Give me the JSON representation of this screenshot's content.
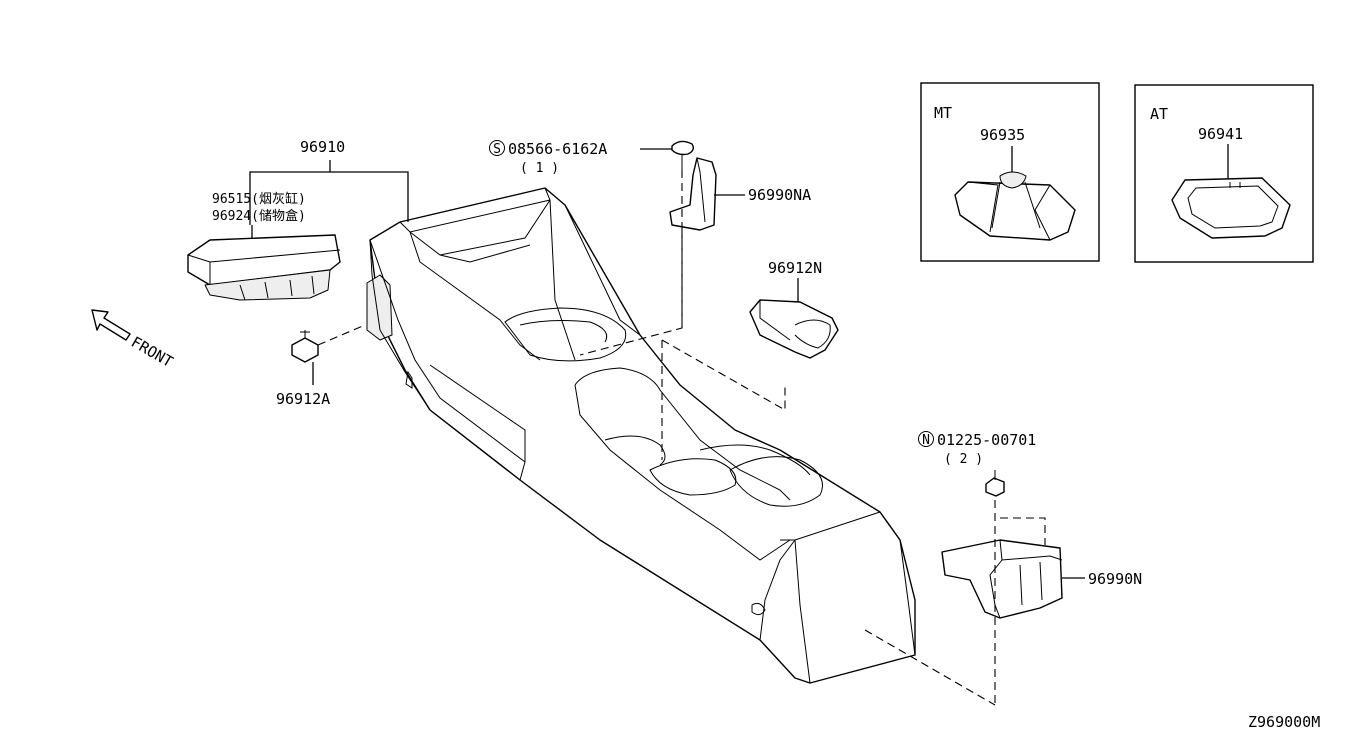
{
  "diagram": {
    "labels": {
      "console": "96910",
      "ashtray": "96515(烟灰缸)",
      "storage_box": "96924(储物盒)",
      "clip": "96912A",
      "screw_code": "08566-6162A",
      "screw_symbol": "S",
      "screw_qty": "( 1 )",
      "bracket_front": "96990NA",
      "cup_holder": "96912N",
      "nut_code": "01225-00701",
      "nut_symbol": "N",
      "nut_qty": "( 2 )",
      "bracket_rear": "96990N",
      "front_arrow": "FRONT",
      "diagram_code": "Z969000M"
    },
    "insets": [
      {
        "tag": "MT",
        "part": "96935"
      },
      {
        "tag": "AT",
        "part": "96941"
      }
    ]
  }
}
